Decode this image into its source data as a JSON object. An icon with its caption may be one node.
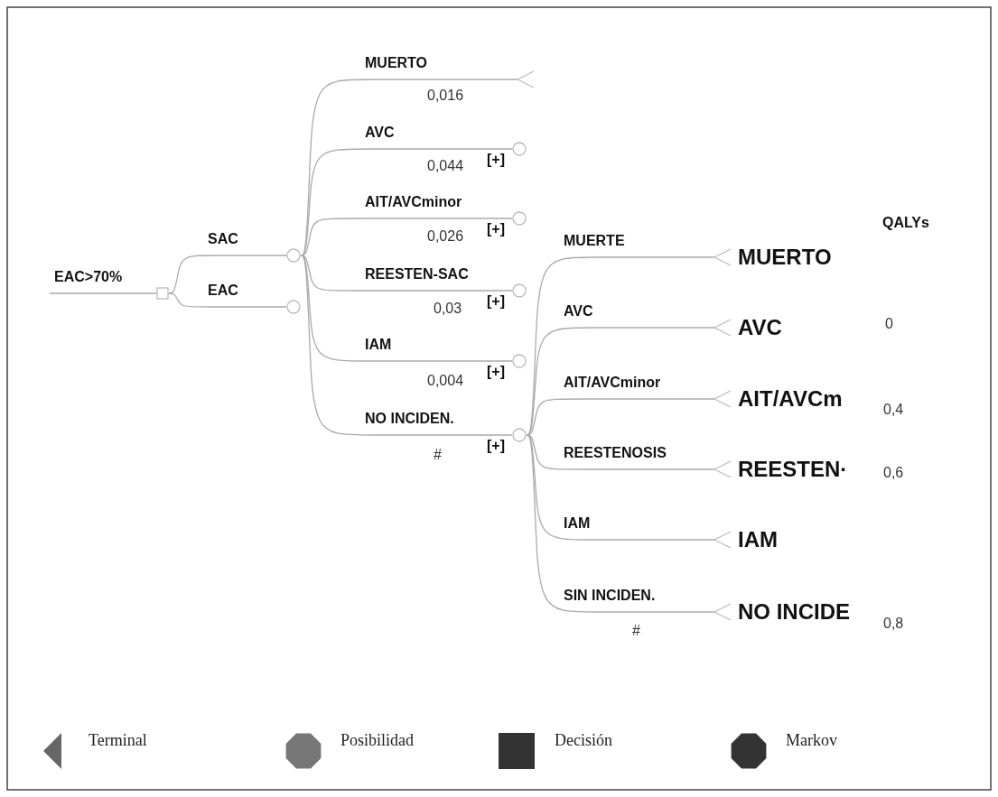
{
  "diagram": {
    "nodes": [
      {
        "text": [],
        "shape": "box"
      },
      {
        "text": [],
        "shape": "circle"
      },
      {
        "text": [],
        "shape": "circle"
      },
      {
        "text": [],
        "shape": "triangle"
      },
      {
        "text": [],
        "shape": "circle",
        "beside": [
          "[+]"
        ]
      },
      {
        "text": [],
        "shape": "circle",
        "beside": [
          "[+]"
        ]
      },
      {
        "text": [],
        "shape": "circle",
        "beside": [
          "[+]"
        ]
      },
      {
        "text": [],
        "shape": "circle",
        "beside": [
          "[+]"
        ]
      },
      {
        "text": [],
        "shape": "circle",
        "beside": [
          "[+]"
        ]
      },
      {
        "text": [],
        "shape": "triangle",
        "beside": [
          "MUERTO"
        ]
      },
      {
        "text": [],
        "shape": "triangle",
        "beside": [
          "AVC"
        ]
      },
      {
        "text": [],
        "shape": "triangle",
        "beside": [
          "AIT/AVCm"
        ]
      },
      {
        "text": [],
        "shape": "triangle",
        "beside": [
          "REESTEN·"
        ]
      },
      {
        "text": [],
        "shape": "triangle",
        "beside": [
          "IAM"
        ]
      },
      {
        "text": [],
        "shape": "triangle",
        "beside": [
          "NO INCIDE"
        ]
      }
    ],
    "edges": [
      {
        "from": null,
        "to": 0,
        "arrow": "none",
        "label": "EAC>70%"
      },
      {
        "from": 0,
        "to": 1,
        "arrow": "none",
        "label": "SAC"
      },
      {
        "from": 0,
        "to": 2,
        "arrow": "none",
        "label": "EAC"
      },
      {
        "from": 1,
        "to": 3,
        "arrow": "none",
        "label": "MUERTO"
      },
      {
        "from": 1,
        "to": 4,
        "arrow": "none",
        "label": "AVC"
      },
      {
        "from": 1,
        "to": 5,
        "arrow": "none",
        "label": "AIT/AVCminor"
      },
      {
        "from": 1,
        "to": 6,
        "arrow": "none",
        "label": "REESTEN-SAC"
      },
      {
        "from": 1,
        "to": 7,
        "arrow": "none",
        "label": "IAM"
      },
      {
        "from": 1,
        "to": 8,
        "arrow": "none",
        "label": "NO INCIDEN."
      },
      {
        "from": 8,
        "to": 9,
        "arrow": "none",
        "label": "MUERTE"
      },
      {
        "from": 8,
        "to": 10,
        "arrow": "none",
        "label": "AVC"
      },
      {
        "from": 8,
        "to": 11,
        "arrow": "none",
        "label": "AIT/AVCminor"
      },
      {
        "from": 8,
        "to": 12,
        "arrow": "none",
        "label": "REESTENOSIS"
      },
      {
        "from": 8,
        "to": 13,
        "arrow": "none",
        "label": "IAM"
      },
      {
        "from": 8,
        "to": 14,
        "arrow": "none",
        "label": "SIN INCIDEN."
      }
    ],
    "labels": [
      "0,016",
      "0,044",
      "0,026",
      "0,03",
      "0,004",
      "#",
      "QALYs",
      "0",
      "0,4",
      "0,6",
      "#",
      "0,8"
    ],
    "legend": [
      {
        "text": "Terminal",
        "color": "#666666"
      },
      {
        "text": "Posibilidad",
        "color": "#777777"
      },
      {
        "text": "Decisión",
        "color": "#333333"
      },
      {
        "text": "Markov",
        "color": "#333333"
      }
    ]
  }
}
